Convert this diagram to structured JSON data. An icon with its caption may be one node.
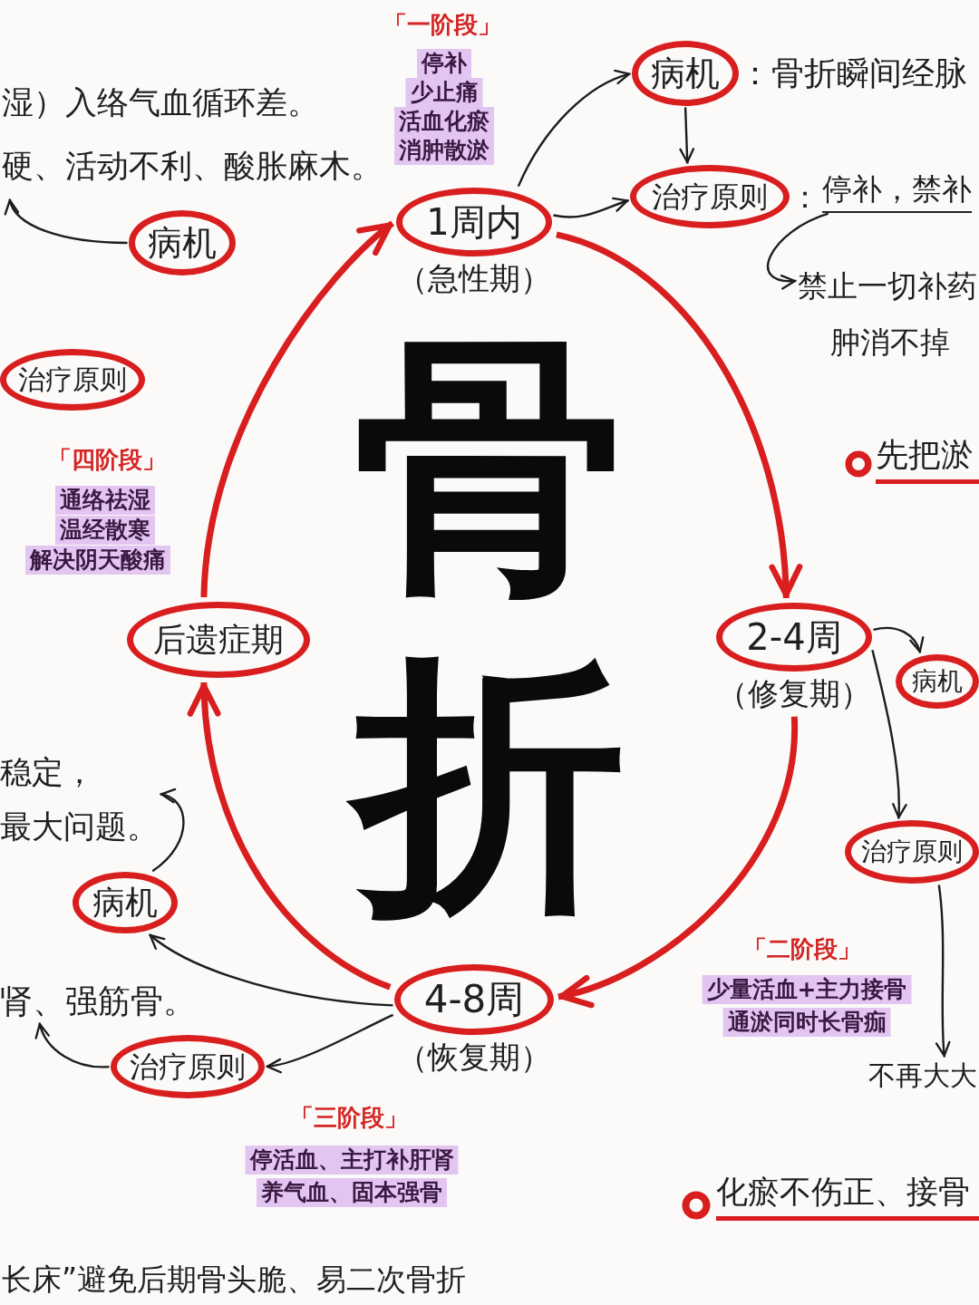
{
  "diagram": {
    "title": "骨折",
    "nodes": [
      {
        "text": [
          "1周内"
        ],
        "beside": [
          "（急性期）"
        ]
      },
      {
        "text": [
          "2-4周"
        ],
        "beside": [
          "（修复期）"
        ]
      },
      {
        "text": [
          "4-8周"
        ],
        "beside": [
          "（恢复期）"
        ]
      },
      {
        "text": [
          "后遗症期"
        ]
      },
      {
        "text": [
          "病机"
        ],
        "beside": [
          "：骨折瞬间经脉"
        ]
      },
      {
        "text": [
          "治疗原则"
        ],
        "beside": [
          "："
        ]
      },
      {
        "text": [
          "停补，禁补"
        ]
      },
      {
        "text": [
          "禁止一切补药",
          "肿消不掉"
        ]
      },
      {
        "text": [
          "病机"
        ]
      },
      {
        "text": [
          "湿）入络气血循环差。",
          "硬、活动不利、酸胀麻木。"
        ]
      },
      {
        "text": [
          "治疗原则"
        ]
      },
      {
        "text": [
          "病机"
        ]
      },
      {
        "text": [
          "治疗原则"
        ]
      },
      {
        "text": [
          "稳定，",
          "最大问题。"
        ]
      },
      {
        "text": [
          "肾、强筋骨。"
        ]
      },
      {
        "text": [
          "病机"
        ]
      },
      {
        "text": [
          "治疗原则"
        ]
      },
      {
        "text": [
          "不再大大"
        ]
      }
    ],
    "edges": [
      {
        "from": 0,
        "to": 1,
        "arrow": "to",
        "style": "thick",
        "color": "#d81e1e"
      },
      {
        "from": 1,
        "to": 2,
        "arrow": "to",
        "style": "thick",
        "color": "#d81e1e"
      },
      {
        "from": 2,
        "to": 3,
        "arrow": "to",
        "style": "thick",
        "color": "#d81e1e"
      },
      {
        "from": 3,
        "to": 0,
        "arrow": "to",
        "style": "thick",
        "color": "#d81e1e"
      },
      {
        "from": 0,
        "to": 4,
        "arrow": "to"
      },
      {
        "from": 0,
        "to": 5,
        "arrow": "to"
      },
      {
        "from": 4,
        "to": 5,
        "arrow": "to"
      },
      {
        "from": 6,
        "to": 7,
        "arrow": "to"
      },
      {
        "from": 8,
        "to": 9,
        "arrow": "to"
      },
      {
        "from": 2,
        "to": 11,
        "arrow": "to"
      },
      {
        "from": 2,
        "to": 12,
        "arrow": "to"
      },
      {
        "from": 11,
        "to": 13,
        "arrow": "to"
      },
      {
        "from": 12,
        "to": 14,
        "arrow": "to"
      },
      {
        "from": 1,
        "to": 15,
        "arrow": "to"
      },
      {
        "from": 1,
        "to": 16,
        "arrow": "to"
      },
      {
        "from": 16,
        "to": 17,
        "arrow": "to"
      }
    ],
    "labels": [
      "「一阶段」",
      "停补",
      "少止痛",
      "活血化瘀",
      "消肿散淤",
      "先把淤",
      "「四阶段」",
      "通络祛湿",
      "温经散寒",
      "解决阴天酸痛",
      "「二阶段」",
      "少量活血+主力接骨",
      "通淤同时长骨痂",
      "「三阶段」",
      "停活血、主打补肝肾",
      "养气血、固本强骨",
      "化瘀不伤正、接骨",
      "长床”避免后期骨头脆、易二次骨折"
    ]
  }
}
